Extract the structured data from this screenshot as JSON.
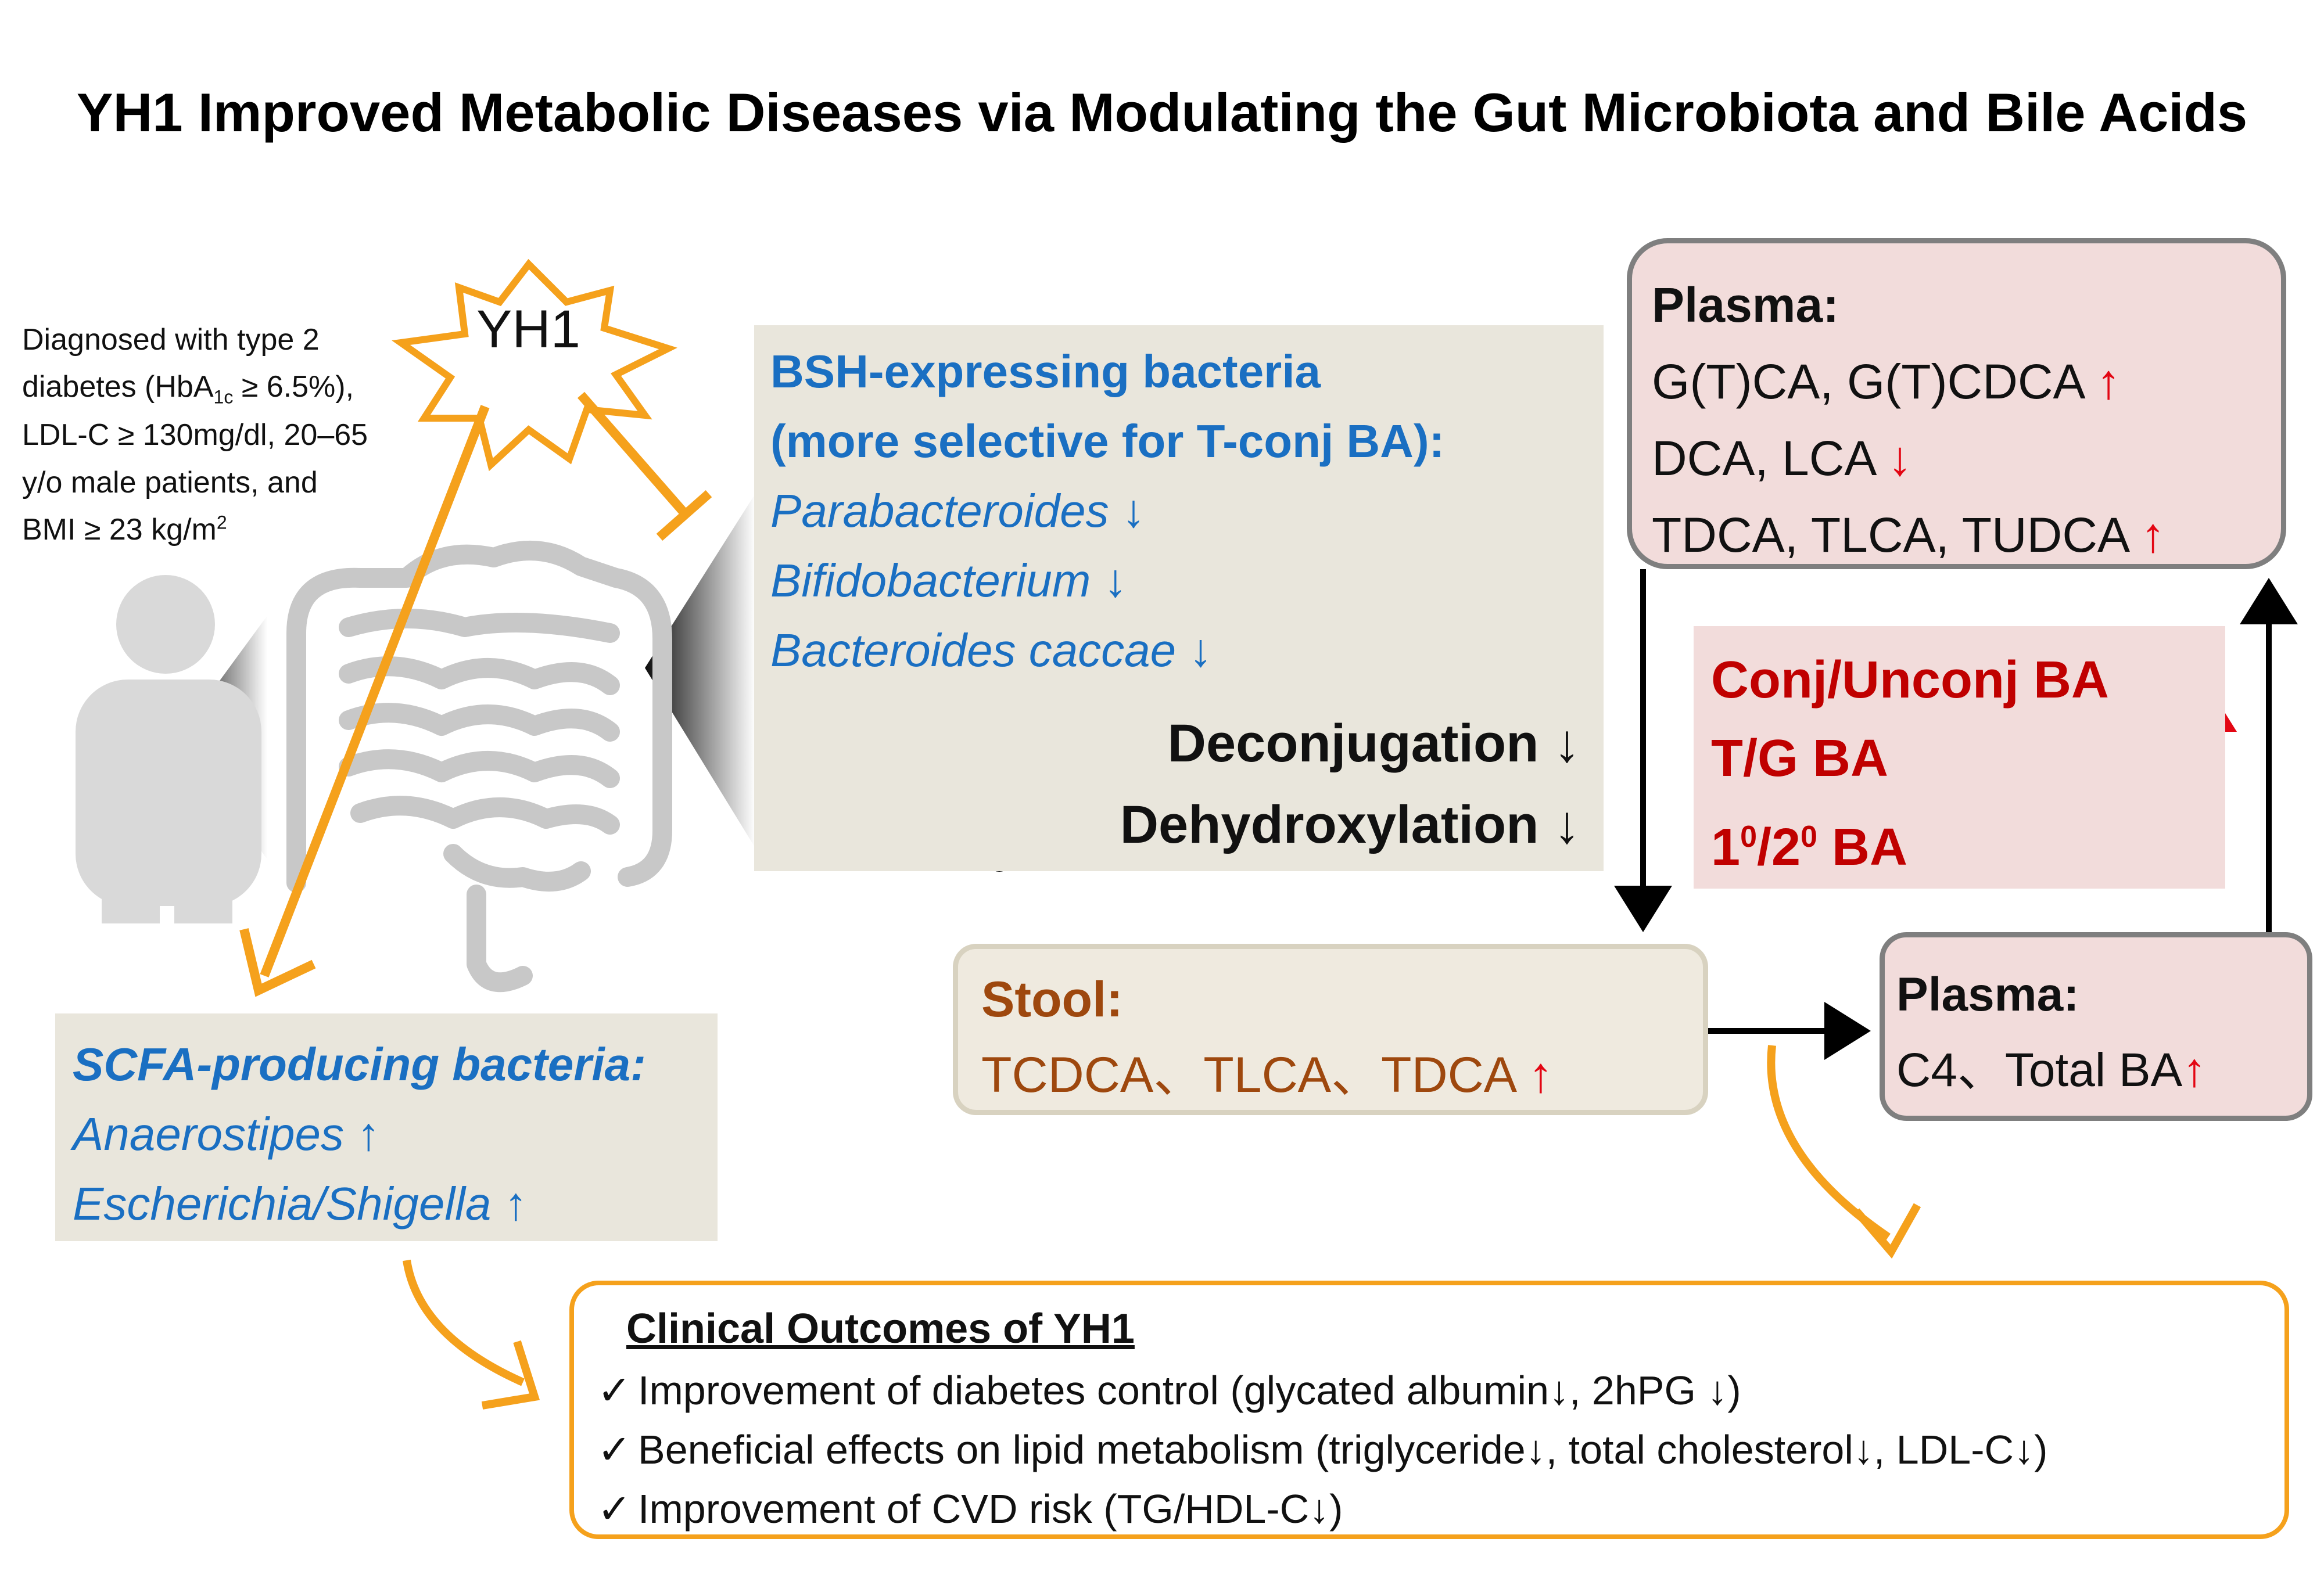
{
  "title": "YH1 Improved Metabolic Diseases via Modulating the Gut Microbiota and Bile Acids",
  "patient": {
    "line1": "Diagnosed with type 2",
    "line2_pre": "diabetes (HbA",
    "line2_sub": "1c",
    "line2_post": " ≥ 6.5%),",
    "line3": "LDL-C ≥ 130mg/dl, 20–65",
    "line4": "y/o male patients, and",
    "line5_pre": "BMI ≥ 23 kg/m",
    "line5_sup": "2"
  },
  "yh1": {
    "label": "YH1"
  },
  "bsh": {
    "heading1": "BSH-expressing bacteria",
    "heading2": "(more selective for T-conj BA):",
    "taxa": [
      {
        "name": "Parabacteroides",
        "arrow": "↓"
      },
      {
        "name": "Bifidobacterium",
        "arrow": "↓"
      },
      {
        "name": "Bacteroides caccae",
        "arrow": "↓"
      }
    ],
    "process1": "Deconjugation",
    "process1_arrow": "↓",
    "process2": "Dehydroxylation",
    "process2_arrow": "↓"
  },
  "scfa": {
    "heading": "SCFA-producing bacteria:",
    "taxa": [
      {
        "name": "Anaerostipes",
        "arrow": "↑"
      },
      {
        "name": "Escherichia/Shigella",
        "arrow": "↑"
      }
    ]
  },
  "plasma_top": {
    "heading": "Plasma:",
    "rows": [
      {
        "text": "G(T)CA, G(T)CDCA",
        "arrow": "↑"
      },
      {
        "text": "DCA, LCA",
        "arrow": "↓"
      },
      {
        "text": "TDCA, TLCA, TUDCA",
        "arrow": "↑"
      }
    ]
  },
  "ratios": {
    "line1": "Conj/Unconj BA",
    "line2": "T/G BA",
    "line3_a": "1",
    "line3_sup1": "0",
    "line3_b": "/2",
    "line3_sup2": "0",
    "line3_c": " BA"
  },
  "stool": {
    "heading": "Stool:",
    "text": "TCDCA、TLCA、TDCA",
    "arrow": "↑"
  },
  "plasma_bottom": {
    "heading": "Plasma:",
    "text": "C4、Total BA",
    "arrow": "↑"
  },
  "clinical": {
    "title": "Clinical Outcomes of YH1",
    "check": "✓",
    "items": [
      "Improvement of diabetes control (glycated albumin↓, 2hPG ↓)",
      "Beneficial effects on lipid metabolism (triglyceride↓, total cholesterol↓, LDL-C↓)",
      "Improvement of CVD risk (TG/HDL-C↓)"
    ]
  },
  "colors": {
    "orange": "#f5a11c",
    "blue": "#1a6fc2",
    "red": "#e30613",
    "darkred": "#c00000",
    "brown": "#9e480e",
    "pink_box": "#f2dcdb",
    "beige_box": "#e9e6dc",
    "gray_figure": "#d9d9d9"
  },
  "icons": [
    "starburst-icon",
    "person-silhouette-icon",
    "intestine-icon",
    "bacteria-icon",
    "inhibition-icon"
  ]
}
